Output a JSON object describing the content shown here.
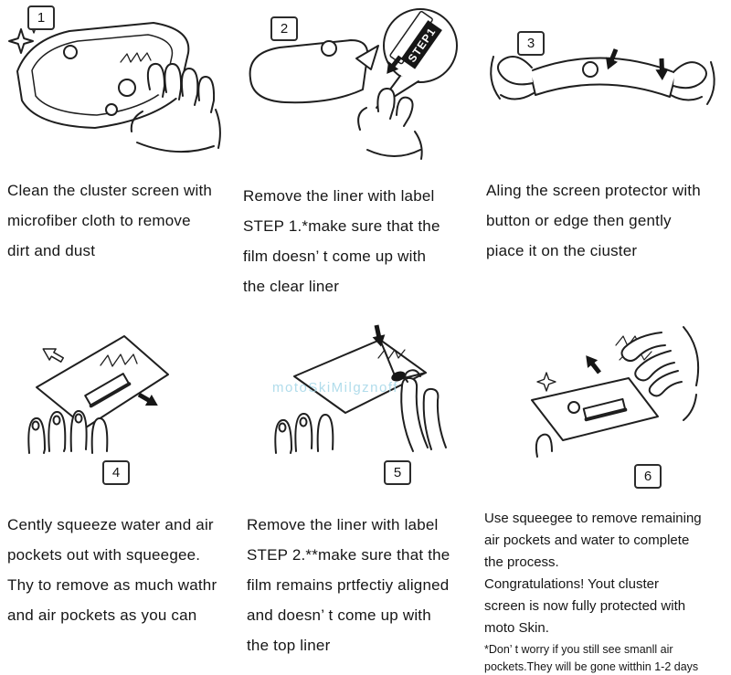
{
  "watermark": {
    "text": "motoSkiMilgznoff"
  },
  "steps": [
    {
      "number": "1",
      "caption": "Clean the cluster screen with\nmicrofiber cloth to remove\ndirt and dust"
    },
    {
      "number": "2",
      "label": "STEP1",
      "caption": "Remove the liner with label\nSTEP 1.*make sure that the\nfilm doesn’ t come up with\nthe clear liner"
    },
    {
      "number": "3",
      "caption": "Aling the screen protector with\nbutton or edge then gently\npiace it on the ciuster"
    },
    {
      "number": "4",
      "caption": "Cently squeeze water and air\npockets out with squeegee.\nThy to remove as much wathr\nand air pockets as you can"
    },
    {
      "number": "5",
      "caption": "Remove the liner with label\nSTEP 2.**make sure that the\nfilm remains prtfectiy aligned\nand doesn’ t come up with\nthe top liner"
    },
    {
      "number": "6",
      "caption": "Use squeegee to remove remaining\nair pockets and water to complete\nthe process.\nCongratulations! Yout cluster\nscreen is now fully protected with\nmoto Skin.",
      "footnote": "*Don’ t worry if you still see smanll air\npockets.They will be gone witthin 1-2 days"
    }
  ]
}
